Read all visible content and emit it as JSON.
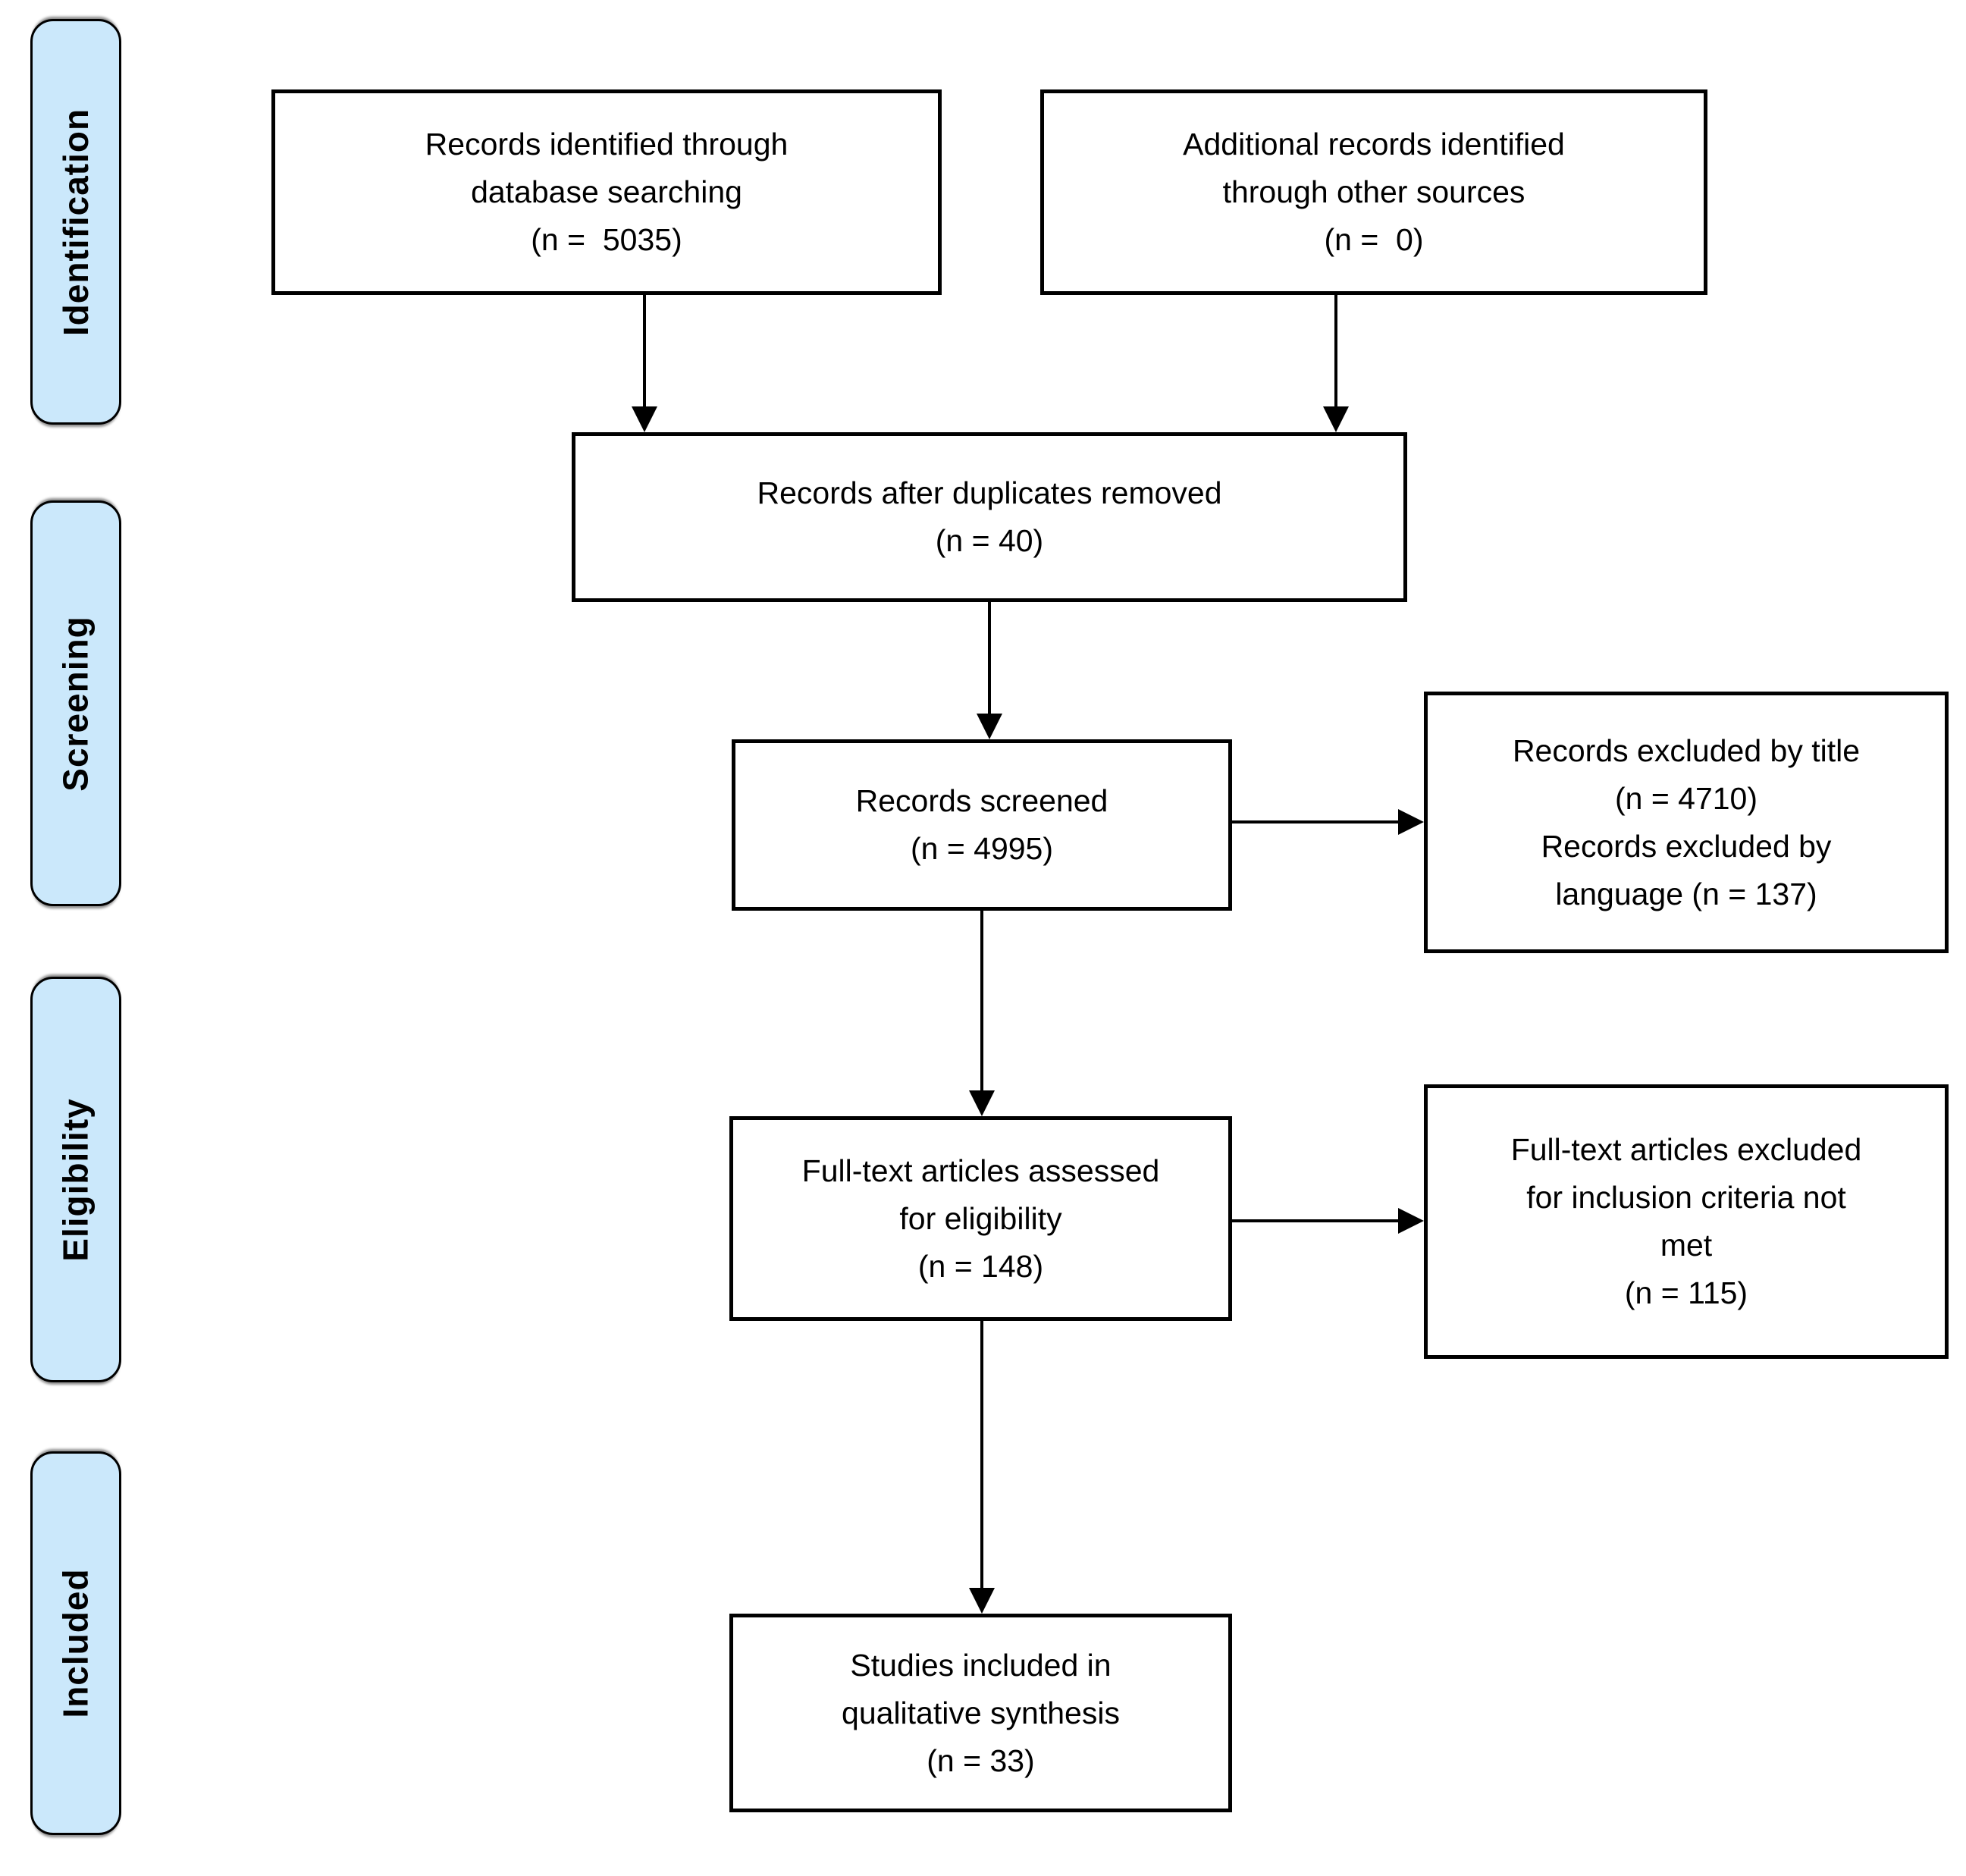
{
  "sidebar": {
    "fill_color": "#cbe8fb",
    "stages": [
      {
        "label": "Identification"
      },
      {
        "label": "Screening"
      },
      {
        "label": "Eligibility"
      },
      {
        "label": "Included"
      }
    ]
  },
  "flow": {
    "identified_db": {
      "lines": [
        "Records identified through",
        "database searching",
        "(n =  5035)"
      ]
    },
    "identified_other": {
      "lines": [
        "Additional records identified",
        "through other sources",
        "(n =  0)"
      ]
    },
    "after_duplicates": {
      "lines": [
        "Records after duplicates removed",
        "(n = 40)"
      ]
    },
    "screened": {
      "lines": [
        "Records screened",
        "(n = 4995)"
      ]
    },
    "excluded_screening": {
      "lines": [
        "Records excluded by title",
        "(n = 4710)",
        "Records excluded by",
        "language (n = 137)"
      ]
    },
    "fulltext_assessed": {
      "lines": [
        "Full-text articles assessed",
        "for eligibility",
        "(n = 148)"
      ]
    },
    "fulltext_excluded": {
      "lines": [
        "Full-text articles excluded",
        "for inclusion criteria not",
        "met",
        "(n = 115)"
      ]
    },
    "included_qualitative": {
      "lines": [
        "Studies included in",
        "qualitative synthesis",
        "(n = 33)"
      ]
    }
  },
  "colors": {
    "line": "#000000",
    "box_background": "#ffffff"
  }
}
